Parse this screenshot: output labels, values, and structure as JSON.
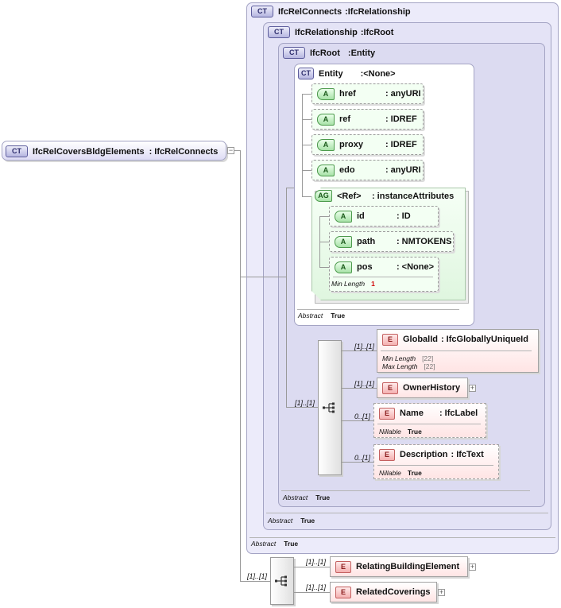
{
  "root": {
    "name": "IfcRelCoversBldgElements",
    "type": "IfcRelConnects",
    "badge": "CT"
  },
  "containers": [
    {
      "name": "IfcRelConnects",
      "type": "IfcRelationship",
      "badge": "CT",
      "abstract_label": "Abstract",
      "abstract_value": "True"
    },
    {
      "name": "IfcRelationship",
      "type": "IfcRoot",
      "badge": "CT",
      "abstract_label": "Abstract",
      "abstract_value": "True"
    },
    {
      "name": "IfcRoot",
      "type": "Entity",
      "badge": "CT",
      "abstract_label": "Abstract",
      "abstract_value": "True"
    },
    {
      "name": "Entity",
      "type": "<None>",
      "badge": "CT",
      "abstract_label": "Abstract",
      "abstract_value": "True"
    }
  ],
  "entity_attributes": [
    {
      "badge": "A",
      "name": "href",
      "type": "anyURI"
    },
    {
      "badge": "A",
      "name": "ref",
      "type": "IDREF"
    },
    {
      "badge": "A",
      "name": "proxy",
      "type": "IDREF"
    },
    {
      "badge": "A",
      "name": "edo",
      "type": "anyURI"
    }
  ],
  "attribute_group": {
    "badge": "AG",
    "name": "<Ref>",
    "type": "instanceAttributes",
    "attributes": [
      {
        "badge": "A",
        "name": "id",
        "type": "ID"
      },
      {
        "badge": "A",
        "name": "path",
        "type": "NMTOKENS"
      },
      {
        "badge": "A",
        "name": "pos",
        "type": "<None>",
        "facet_label": "Min Length",
        "facet_value": "1"
      }
    ]
  },
  "ifcroot_elements": [
    {
      "badge": "E",
      "name": "GlobalId",
      "type": "IfcGloballyUniqueId",
      "card": "[1]..[1]",
      "facets": [
        {
          "label": "Min Length",
          "value": "[22]"
        },
        {
          "label": "Max Length",
          "value": "[22]"
        }
      ]
    },
    {
      "badge": "E",
      "name": "OwnerHistory",
      "type": "",
      "card": "[1]..[1]"
    },
    {
      "badge": "E",
      "name": "Name",
      "type": "IfcLabel",
      "card": "0..[1]",
      "facet_label": "Nillable",
      "facet_value": "True"
    },
    {
      "badge": "E",
      "name": "Description",
      "type": "IfcText",
      "card": "0..[1]",
      "facet_label": "Nillable",
      "facet_value": "True"
    }
  ],
  "ifcroot_sequence_card": "[1]..[1]",
  "relation_sequence_card": "[1]..[1]",
  "relation_elements": [
    {
      "badge": "E",
      "name": "RelatingBuildingElement",
      "card": "[1]..[1]"
    },
    {
      "badge": "E",
      "name": "RelatedCoverings",
      "card": "[1]..[1]"
    }
  ],
  "colon": ":"
}
